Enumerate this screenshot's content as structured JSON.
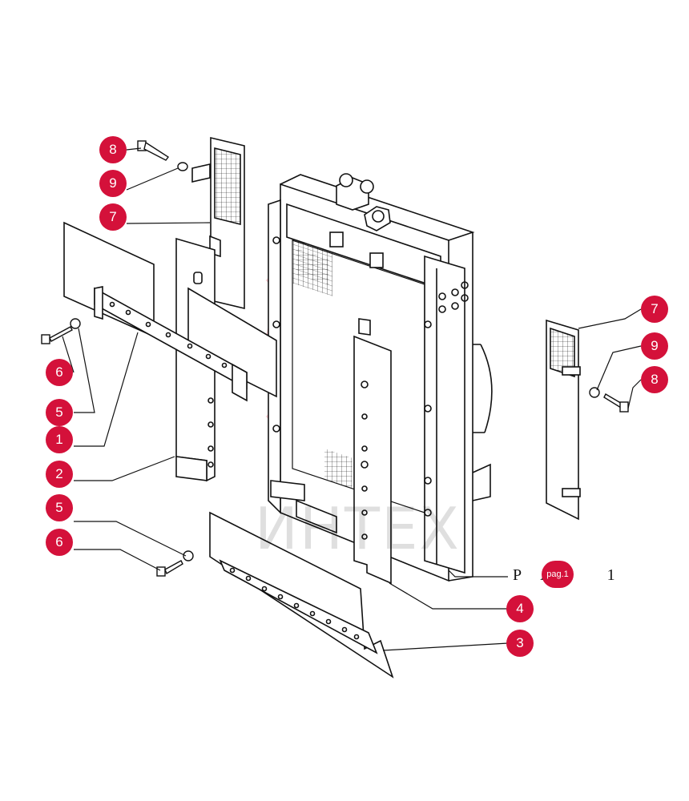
{
  "diagram": {
    "type": "exploded parts diagram",
    "accent_color": "#d4113a",
    "line_color": "#111111"
  },
  "callouts": [
    {
      "id": "c-8a",
      "label": "8"
    },
    {
      "id": "c-9a",
      "label": "9"
    },
    {
      "id": "c-7a",
      "label": "7"
    },
    {
      "id": "c-6a",
      "label": "6"
    },
    {
      "id": "c-5a",
      "label": "5"
    },
    {
      "id": "c-1",
      "label": "1"
    },
    {
      "id": "c-2",
      "label": "2"
    },
    {
      "id": "c-5b",
      "label": "5"
    },
    {
      "id": "c-6b",
      "label": "6"
    },
    {
      "id": "c-4",
      "label": "4"
    },
    {
      "id": "c-3",
      "label": "3"
    },
    {
      "id": "c-7b",
      "label": "7"
    },
    {
      "id": "c-9b",
      "label": "9"
    },
    {
      "id": "c-8b",
      "label": "8"
    }
  ],
  "reference_label": "P A    1",
  "page_badge": "pag.1",
  "watermark": {
    "text": "ИНТЕХ",
    "logo_icon": "gear-logo-icon"
  }
}
